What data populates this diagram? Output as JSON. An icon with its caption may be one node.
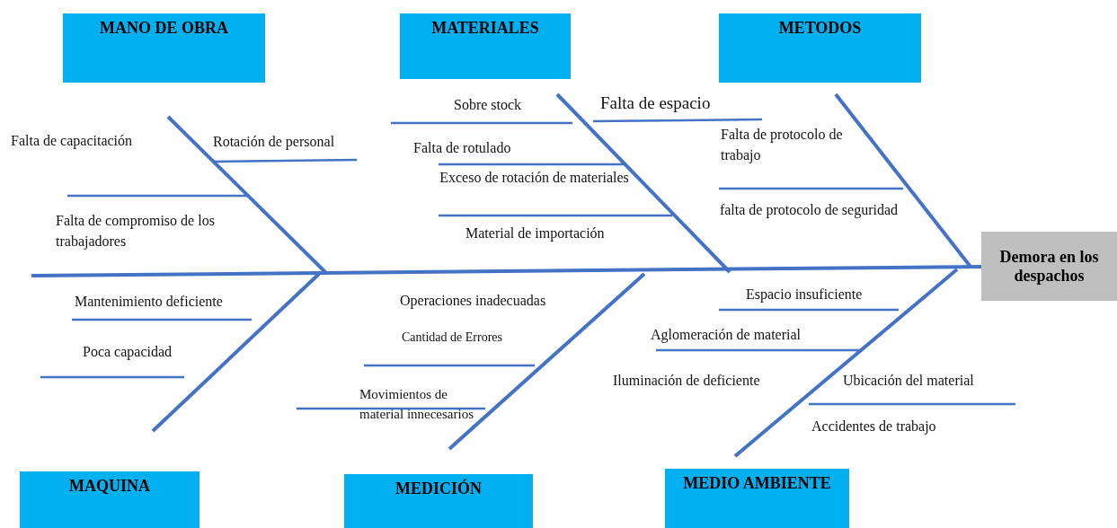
{
  "diagram": {
    "nodes": [
      {
        "text": [
          "MANO DE OBRA"
        ]
      },
      {
        "text": [
          "MATERIALES"
        ]
      },
      {
        "text": [
          "METODOS"
        ]
      },
      {
        "text": [
          "MAQUINA"
        ]
      },
      {
        "text": [
          "MEDICIÓN"
        ]
      },
      {
        "text": [
          "MEDIO AMBIENTE"
        ]
      },
      {
        "text": [
          "Demora en los despachos"
        ]
      }
    ],
    "edges": [
      {
        "from": null,
        "to": 6,
        "arrow": "none"
      }
    ],
    "labels": [
      "Falta de capacitación",
      "Rotación de personal",
      "Falta de compromiso de los trabajadores",
      "Sobre stock",
      "Falta de espacio",
      "Falta de rotulado",
      "Falta de protocolo de trabajo",
      "Exceso de rotación de materiales",
      "falta de protocolo de seguridad",
      "Material de importación",
      "Mantenimiento deficiente",
      "Operaciones inadecuadas",
      "Espacio insuficiente",
      "Cantidad de Errores",
      "Aglomeración de material",
      "Poca capacidad",
      "Iluminación de deficiente",
      "Ubicación del material",
      "Movimientos de material innecesarios",
      "Accidentes de trabajo"
    ]
  }
}
